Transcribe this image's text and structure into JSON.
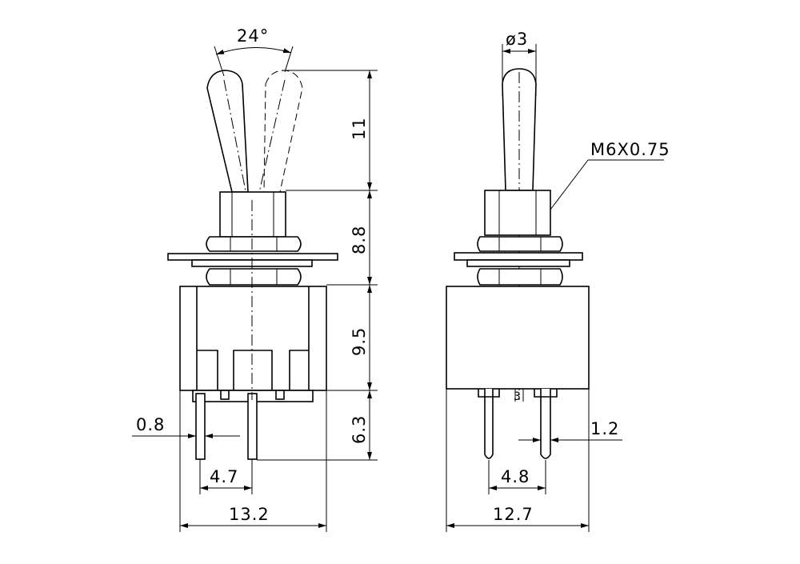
{
  "labels": {
    "angle": "24°",
    "diameter": "ø3",
    "thread": "M6X0.75",
    "dim_lever_height": "11",
    "dim_bushing_height": "8.8",
    "dim_body_height": "9.5",
    "dim_terminal_length": "6.3",
    "dim_pin_width": "0.8",
    "dim_pin_spacing_front": "4.7",
    "dim_body_width_front": "13.2",
    "dim_pin_width_side": "1.2",
    "dim_pin_spacing_side": "4.8",
    "dim_body_width_side": "12.7",
    "dim_small_3": "3"
  },
  "colors": {
    "line": "#000000",
    "background": "#ffffff"
  }
}
